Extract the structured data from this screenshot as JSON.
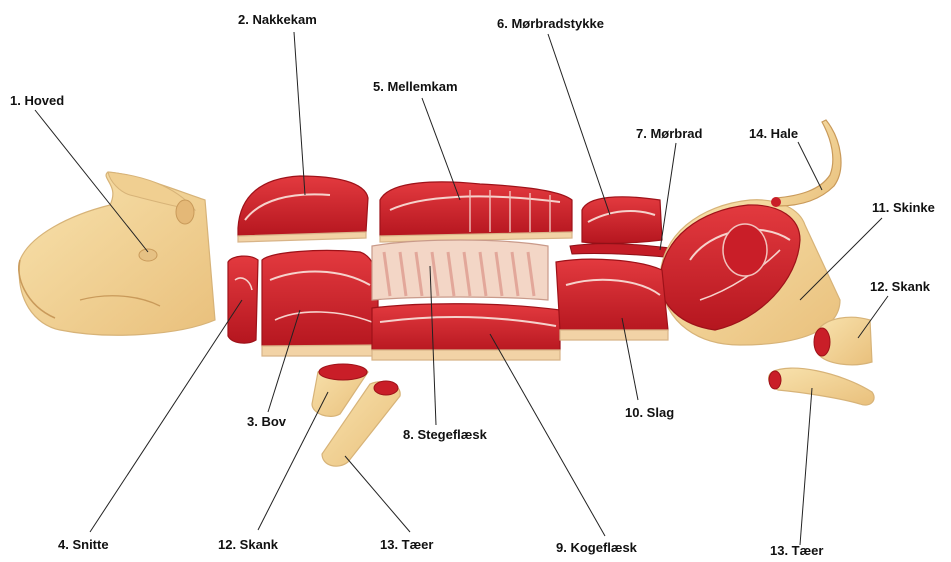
{
  "colors": {
    "meat": "#d8222e",
    "meat_dark": "#b3151f",
    "fat": "#f7e6d6",
    "rind": "#f2d3a6",
    "skin": "#f5d89a",
    "leader": "#222222"
  },
  "labels": {
    "l1": "1. Hoved",
    "l2": "2. Nakkekam",
    "l3": "3. Bov",
    "l4": "4. Snitte",
    "l5": "5. Mellemkam",
    "l6": "6. Mørbradstykke",
    "l7": "7. Mørbrad",
    "l8": "8. Stegeflæsk",
    "l9": "9. Kogeflæsk",
    "l10": "10. Slag",
    "l11": "11. Skinke",
    "l12a": "12. Skank",
    "l12b": "12. Skank",
    "l13a": "13. Tæer",
    "l13b": "13. Tæer",
    "l14": "14. Hale"
  }
}
